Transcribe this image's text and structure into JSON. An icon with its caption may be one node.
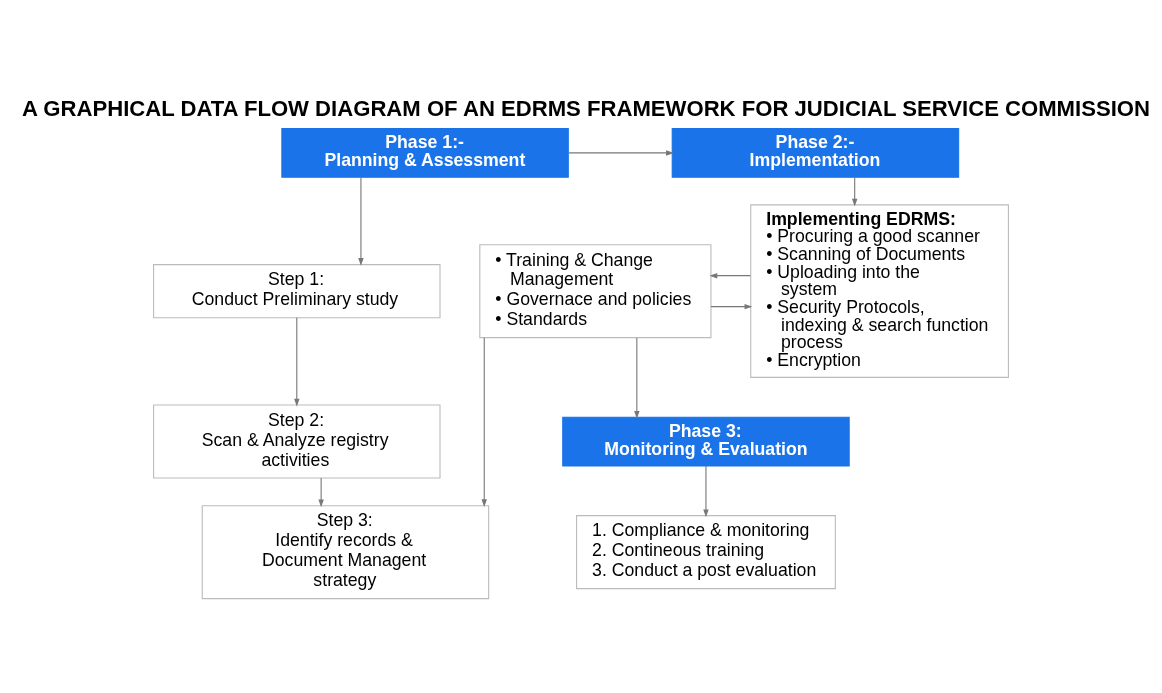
{
  "diagram": {
    "title": "A GRAPHICAL DATA FLOW DIAGRAM OF AN EDRMS FRAMEWORK FOR JUDICIAL SERVICE COMMISSION",
    "nodes": [
      {
        "text": [
          "Phase 1:- Planning & Assessment"
        ]
      },
      {
        "text": [
          "Step 1: Conduct Preliminary study"
        ]
      },
      {
        "text": [
          "Step 2: Scan & Analyze registry activities"
        ]
      },
      {
        "text": [
          "Step 3: Identify records & Document Managent strategy"
        ]
      },
      {
        "text": [
          "Phase 2:- Implementation"
        ]
      },
      {
        "text": [
          "Implementing EDRMS:",
          "• Procuring a good scanner",
          "• Scanning of Documents",
          "• Uploading into the system",
          "• Security Protocols, indexing & search function process",
          "• Encryption"
        ]
      },
      {
        "text": [
          "• Training & Change Management",
          "• Governace and policies",
          "• Standards"
        ]
      },
      {
        "text": [
          "Phase 3: Monitoring & Evaluation"
        ]
      },
      {
        "text": [
          "1. Compliance & monitoring",
          "2. Contineous training",
          "3. Conduct a post evaluation"
        ]
      }
    ],
    "edges": [
      {
        "from": 0,
        "to": 4,
        "arrow": "to"
      },
      {
        "from": 0,
        "to": 1,
        "arrow": "to"
      },
      {
        "from": 1,
        "to": 2,
        "arrow": "to"
      },
      {
        "from": 2,
        "to": 3,
        "arrow": "to"
      },
      {
        "from": 4,
        "to": 5,
        "arrow": "to"
      },
      {
        "from": 5,
        "to": 6,
        "arrow": "to"
      },
      {
        "from": 6,
        "to": 3,
        "arrow": "to"
      },
      {
        "from": 6,
        "to": 5,
        "arrow": "to"
      },
      {
        "from": 6,
        "to": 7,
        "arrow": "to"
      },
      {
        "from": 7,
        "to": 8,
        "arrow": "to"
      }
    ]
  }
}
